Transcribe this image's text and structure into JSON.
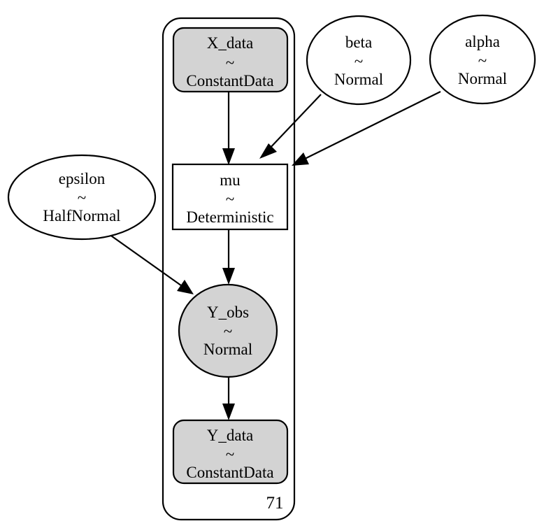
{
  "diagram": {
    "type": "probabilistic-graphical-model",
    "title": "",
    "background_color": "#ffffff",
    "stroke_color": "#000000",
    "observed_fill_color": "#d3d3d3",
    "latent_fill_color": "#ffffff",
    "tilde_glyph": "~"
  },
  "plate": {
    "count_label": "71",
    "shape": "rounded-rectangle"
  },
  "nodes": [
    {
      "id": "x-data",
      "name": "X_data",
      "tilde": "~",
      "distribution": "ConstantData",
      "shape": "rounded-rectangle",
      "fill": "#d3d3d3",
      "in_plate": true
    },
    {
      "id": "beta",
      "name": "beta",
      "tilde": "~",
      "distribution": "Normal",
      "shape": "ellipse",
      "fill": "#ffffff",
      "in_plate": false
    },
    {
      "id": "alpha",
      "name": "alpha",
      "tilde": "~",
      "distribution": "Normal",
      "shape": "ellipse",
      "fill": "#ffffff",
      "in_plate": false
    },
    {
      "id": "epsilon",
      "name": "epsilon",
      "tilde": "~",
      "distribution": "HalfNormal",
      "shape": "ellipse",
      "fill": "#ffffff",
      "in_plate": false
    },
    {
      "id": "mu",
      "name": "mu",
      "tilde": "~",
      "distribution": "Deterministic",
      "shape": "rectangle",
      "fill": "#ffffff",
      "in_plate": true
    },
    {
      "id": "y-obs",
      "name": "Y_obs",
      "tilde": "~",
      "distribution": "Normal",
      "shape": "circle",
      "fill": "#d3d3d3",
      "in_plate": true
    },
    {
      "id": "y-data",
      "name": "Y_data",
      "tilde": "~",
      "distribution": "ConstantData",
      "shape": "rounded-rectangle",
      "fill": "#d3d3d3",
      "in_plate": true
    }
  ],
  "edges": [
    {
      "id": "x-data-to-mu",
      "from": "X_data",
      "to": "mu"
    },
    {
      "id": "beta-to-mu",
      "from": "beta",
      "to": "mu"
    },
    {
      "id": "alpha-to-mu",
      "from": "alpha",
      "to": "mu"
    },
    {
      "id": "mu-to-y-obs",
      "from": "mu",
      "to": "Y_obs"
    },
    {
      "id": "epsilon-to-y-obs",
      "from": "epsilon",
      "to": "Y_obs"
    },
    {
      "id": "y-obs-to-y-data",
      "from": "Y_obs",
      "to": "Y_data"
    }
  ]
}
